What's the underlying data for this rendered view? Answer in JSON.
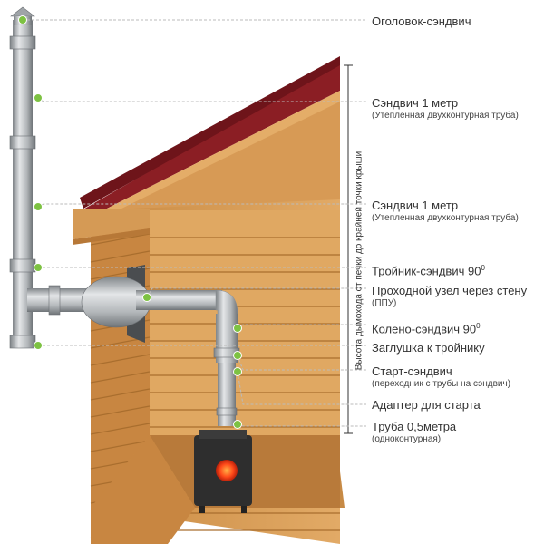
{
  "labels": [
    {
      "id": "cap",
      "title": "Оголовок-сэндвич"
    },
    {
      "id": "sandwich-1",
      "title": "Сэндвич 1 метр",
      "subtitle": "(Утепленная двухконтурная труба)"
    },
    {
      "id": "sandwich-2",
      "title": "Сэндвич 1 метр",
      "subtitle": "(Утепленная двухконтурная труба)"
    },
    {
      "id": "tee",
      "title": "Тройник-сэндвич 90",
      "sup": "0"
    },
    {
      "id": "wall-pass",
      "title": "Проходной узел через стену",
      "subtitle": "(ППУ)"
    },
    {
      "id": "elbow",
      "title": "Колено-сэндвич 90",
      "sup": "0"
    },
    {
      "id": "plug",
      "title": "Заглушка к тройнику"
    },
    {
      "id": "start",
      "title": "Старт-сэндвич",
      "subtitle": "(переходник с трубы на сэндвич)"
    },
    {
      "id": "adapter",
      "title": "Адаптер для старта"
    },
    {
      "id": "pipe",
      "title": "Труба 0,5метра",
      "subtitle": "(одноконтурная)"
    }
  ],
  "height_dimension": "Высота дымохода от печки до крайней точки крыши",
  "colors": {
    "marker": "#7dc242",
    "leader": "#bbbbbb",
    "roof": "#8b1e24",
    "wood": "#d9a05a",
    "wood_dark": "#c0813c",
    "steel": "#b4b8bb",
    "stove": "#2e2e2e",
    "fire": "#ff4a1a"
  }
}
